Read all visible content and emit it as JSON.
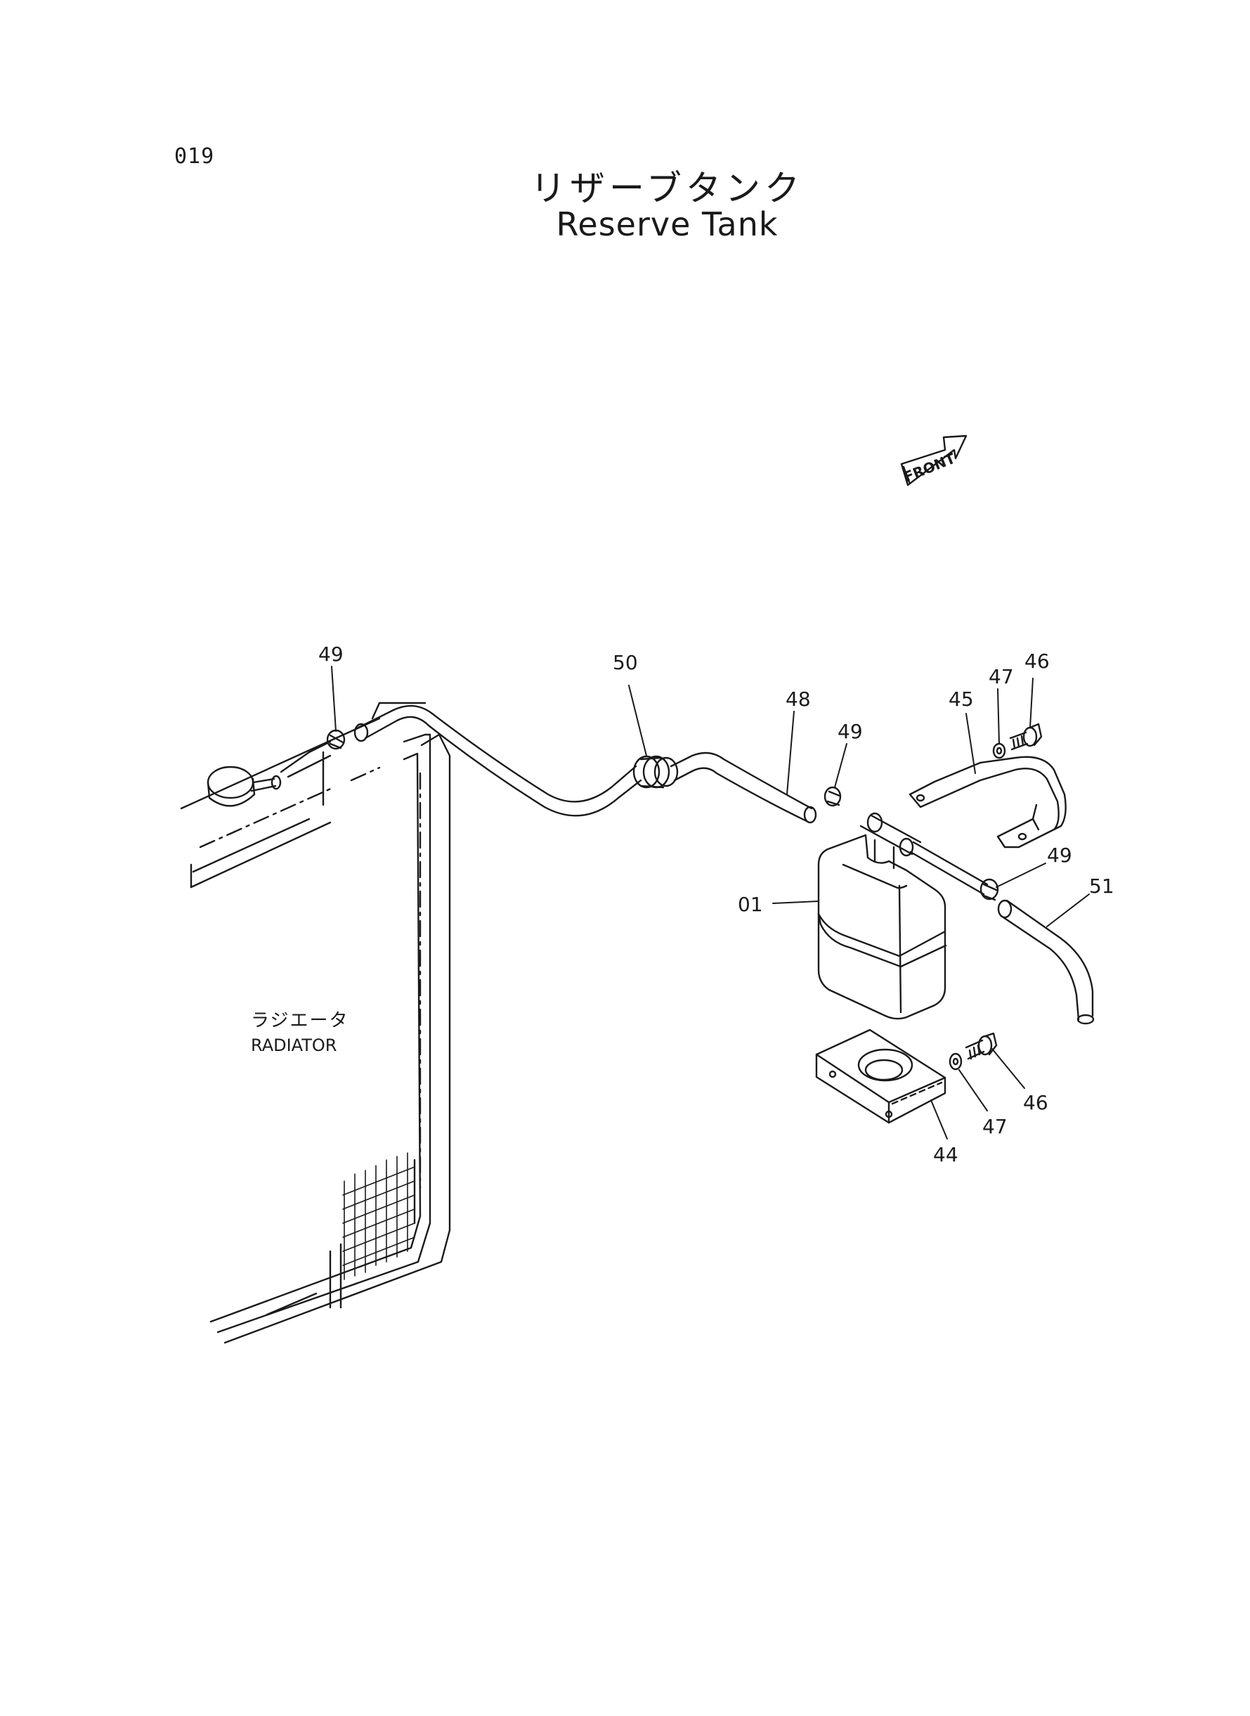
{
  "header": {
    "page_number": "019",
    "title_ja": "リザーブタンク",
    "title_en": "Reserve Tank"
  },
  "orientation": {
    "front_label": "FRONT"
  },
  "radiator_label": {
    "ja": "ラジエータ",
    "en": "RADIATOR"
  },
  "callouts": {
    "c01": "01",
    "c44": "44",
    "c45": "45",
    "c46a": "46",
    "c46b": "46",
    "c47a": "47",
    "c47b": "47",
    "c48": "48",
    "c49a": "49",
    "c49b": "49",
    "c49c": "49",
    "c50": "50",
    "c51": "51"
  }
}
